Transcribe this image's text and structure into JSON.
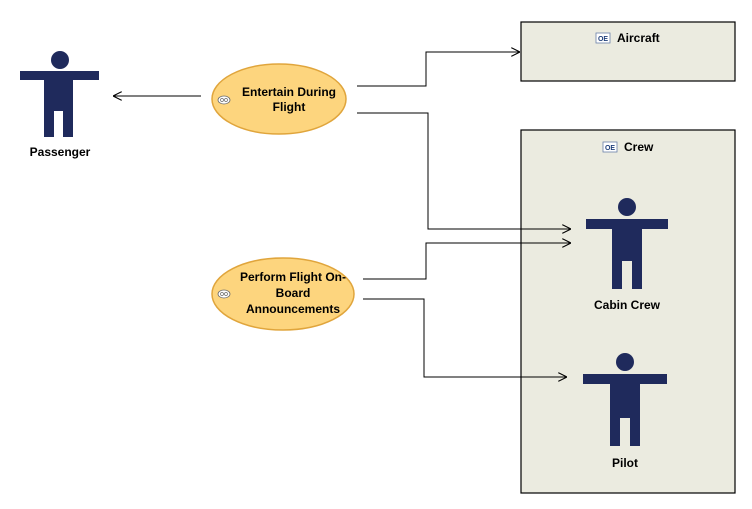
{
  "actors": {
    "passenger": "Passenger",
    "cabin_crew": "Cabin Crew",
    "pilot": "Pilot"
  },
  "use_cases": {
    "entertain": [
      "Entertain During",
      "Flight"
    ],
    "announcements": [
      "Perform Flight On-",
      "Board",
      "Announcements"
    ]
  },
  "blocks": {
    "aircraft": {
      "badge": "OE",
      "title": "Aircraft"
    },
    "crew": {
      "badge": "OE",
      "title": "Crew"
    }
  },
  "colors": {
    "actor": "#1f2a5c",
    "use_case_fill": "#fdd57e",
    "use_case_stroke": "#e0a53c",
    "block_fill": "#ebebe0",
    "line": "#000000"
  }
}
